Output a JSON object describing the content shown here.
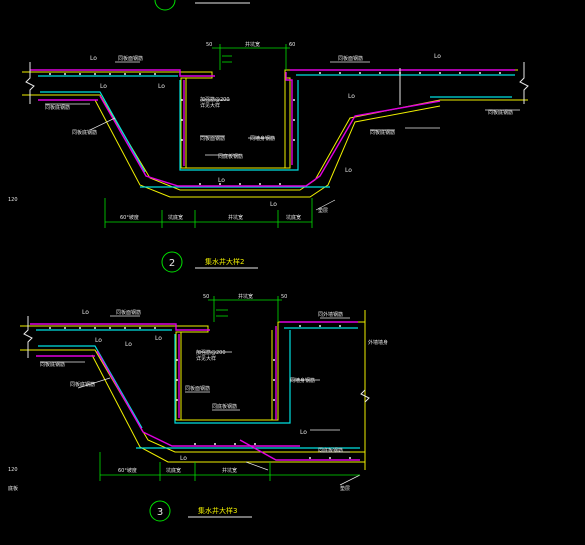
{
  "details": [
    {
      "number": "2",
      "title": "集水井大样2",
      "lap_label": "Lo",
      "dim_top": {
        "left": "50",
        "mid": "井坑宽",
        "right": "60"
      },
      "dim_bottom": {
        "a": "60°坡度",
        "b": "坑底宽",
        "c": "井坑宽",
        "d": "坑底宽"
      },
      "side_mark": "120",
      "callouts": {
        "top_bar": "同板面钢筋",
        "bottom_bar": "同板底钢筋",
        "slope_bar": "同板底钢筋",
        "pit_note": "加强筋@200\n详见大样",
        "inner_wall": "同板面钢筋",
        "pit_wall": "同墙身钢筋",
        "pit_floor": "同底板钢筋",
        "right_top": "同板面钢筋",
        "right_bottom": "同板底钢筋",
        "right_slope": "同板底钢筋",
        "cushion": "垫层"
      }
    },
    {
      "number": "3",
      "title": "集水井大样3",
      "lap_label": "Lo",
      "dim_top": {
        "left": "50",
        "mid": "井坑宽",
        "right": "50"
      },
      "dim_bottom": {
        "a": "60°坡度",
        "b": "坑底宽",
        "c": "井坑宽"
      },
      "side_mark": "120",
      "side_note": "底板",
      "callouts": {
        "top_bar": "同板面钢筋",
        "bottom_bar": "同板底钢筋",
        "slope_bar": "同板底钢筋",
        "pit_note": "加强筋@200\n详见大样",
        "inner_wall": "同板面钢筋",
        "pit_wall": "同墙身钢筋",
        "pit_floor": "同底板钢筋",
        "wall_label": "外墙墙身",
        "wall_bar": "同外墙钢筋",
        "wall_floor": "同底板钢筋",
        "cushion": "垫层"
      }
    }
  ],
  "colors": {
    "background": "#000000",
    "concrete_outline": "#f0f000",
    "bottom_rebar": "#e000e0",
    "top_rebar": "#00e0e0",
    "dimension": "#00e000",
    "text": "#e8e8e8",
    "annotation": "#f0f000"
  }
}
